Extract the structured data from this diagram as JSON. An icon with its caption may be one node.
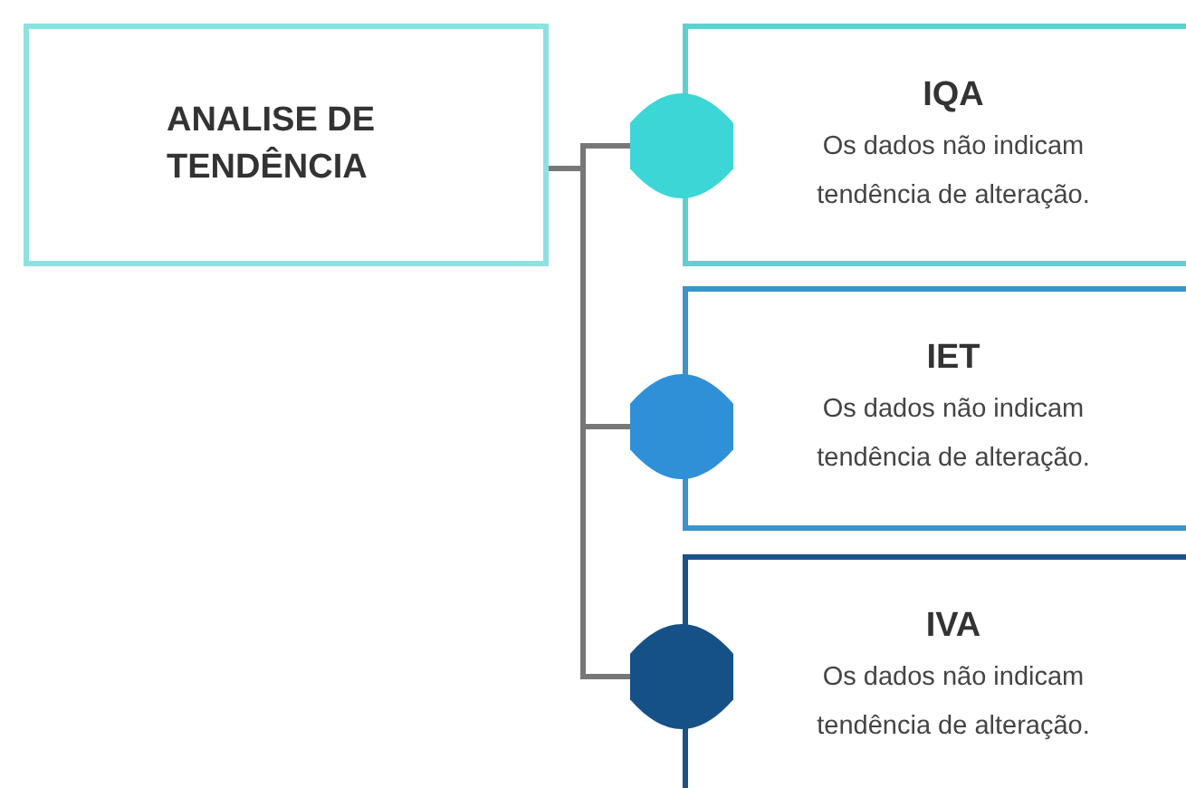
{
  "diagram": {
    "nodes": [
      {
        "text": [
          "ANALISE DE TENDÊNCIA"
        ]
      },
      {
        "text": [],
        "shape": "circle"
      },
      {
        "text": [
          "IQA",
          "Os dados não indicam tendência de alteração."
        ]
      },
      {
        "text": [],
        "shape": "circle"
      },
      {
        "text": [
          "IET",
          "Os dados não indicam tendência de alteração."
        ]
      },
      {
        "text": [],
        "shape": "circle"
      },
      {
        "text": [
          "IVA",
          "Os dados não indicam tendência de alteração."
        ]
      }
    ],
    "edges": [
      {
        "from": 0,
        "to": 1,
        "arrow": "none"
      },
      {
        "from": 0,
        "to": 3,
        "arrow": "none"
      },
      {
        "from": 0,
        "to": 5,
        "arrow": "none"
      }
    ]
  }
}
